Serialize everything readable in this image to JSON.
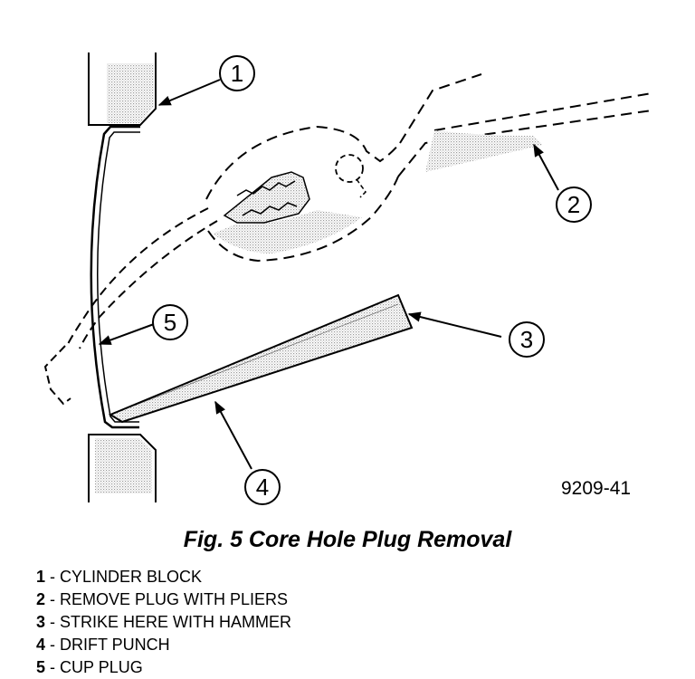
{
  "figure": {
    "code": "9209-41",
    "callouts": [
      "1",
      "2",
      "3",
      "4",
      "5"
    ]
  },
  "caption": "Fig. 5 Core Hole Plug Removal",
  "legend": [
    {
      "num": "1",
      "text": " - CYLINDER BLOCK"
    },
    {
      "num": "2",
      "text": " - REMOVE PLUG WITH PLIERS"
    },
    {
      "num": "3",
      "text": " - STRIKE HERE WITH HAMMER"
    },
    {
      "num": "4",
      "text": " - DRIFT PUNCH"
    },
    {
      "num": "5",
      "text": " - CUP PLUG"
    }
  ]
}
